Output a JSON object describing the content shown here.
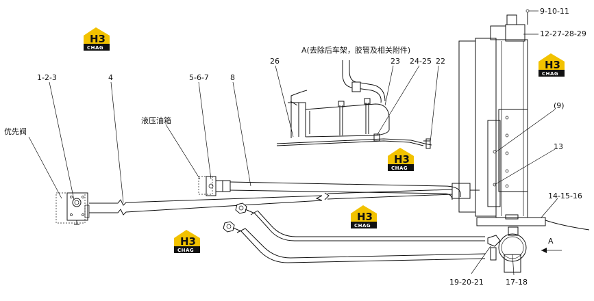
{
  "labels": {
    "part_1_2_3": "1-2-3",
    "part_4": "4",
    "priority_valve": "优先阀",
    "part_5_6_7": "5-6-7",
    "part_8": "8",
    "hydraulic_tank": "液压油箱",
    "view_a_note": "A(去除后车架，胶管及相关附件)",
    "part_26": "26",
    "part_23": "23",
    "part_24_25": "24-25",
    "part_22": "22",
    "part_9_10_11": "9-10-11",
    "part_12_27_28_29": "12-27-28-29",
    "part_9_ref": "(9)",
    "part_13": "13",
    "part_14_15_16": "14-15-16",
    "view_a_arrow": "A",
    "part_19_20_21": "19-20-21",
    "part_17_18": "17-18"
  },
  "watermark": {
    "letters": "H3",
    "brand": "CHAG"
  }
}
